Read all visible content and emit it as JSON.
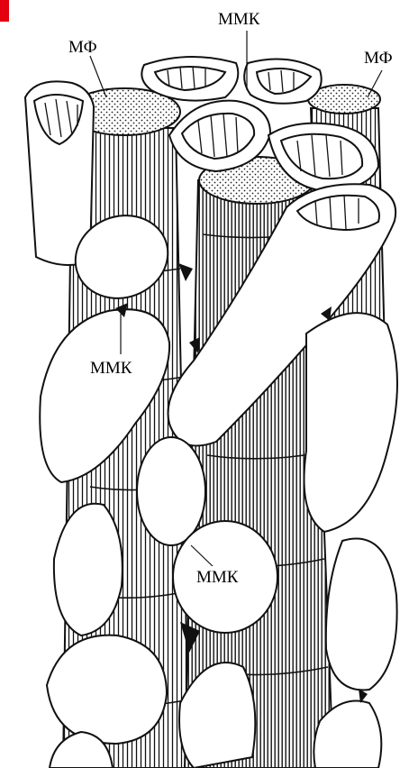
{
  "figure": {
    "labels": {
      "mf_left": "МФ",
      "mf_right": "МФ",
      "mmk_top": "ММК",
      "mmk_left": "ММК",
      "mmk_bottom": "ММК"
    },
    "corner_mark_color": "#e3000f"
  }
}
